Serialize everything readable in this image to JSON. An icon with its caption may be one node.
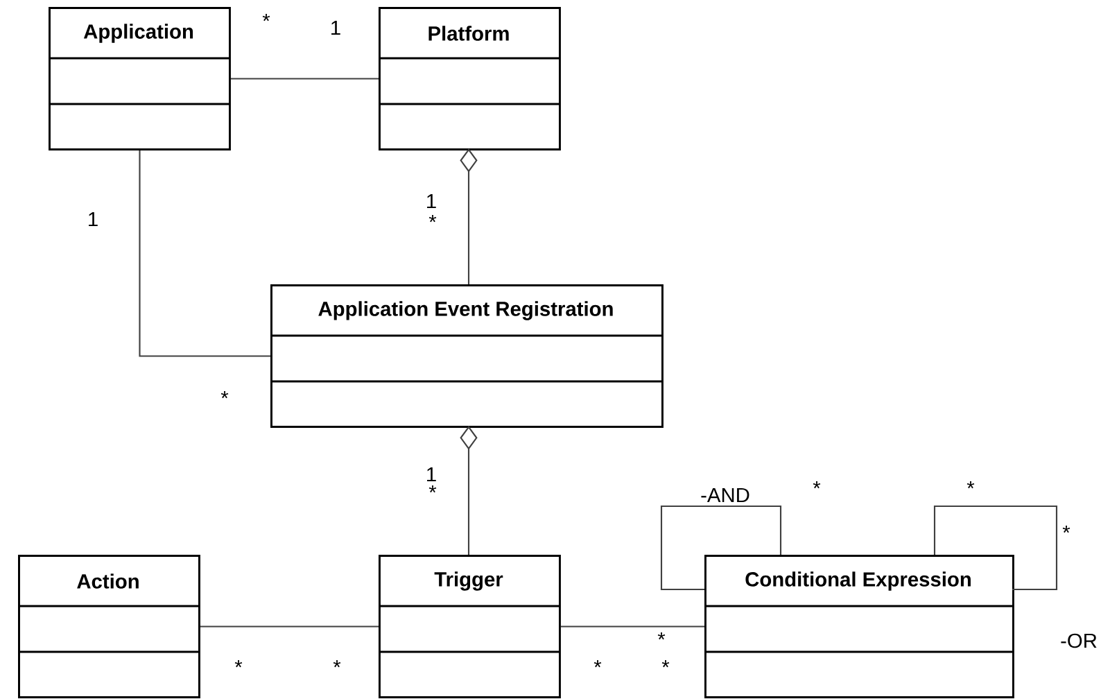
{
  "diagram": {
    "nodes": [
      {
        "text": [
          "Application"
        ]
      },
      {
        "text": [
          "Platform"
        ]
      },
      {
        "text": [
          "Application Event Registration"
        ]
      },
      {
        "text": [
          "Action"
        ]
      },
      {
        "text": [
          "Trigger"
        ]
      },
      {
        "text": [
          "Conditional Expression"
        ]
      }
    ],
    "edges": [
      {
        "from": 0,
        "to": 1,
        "arrow": "none"
      },
      {
        "from": 1,
        "to": 2,
        "arrow": "other"
      },
      {
        "from": 0,
        "to": 2,
        "arrow": "none"
      },
      {
        "from": 2,
        "to": 4,
        "arrow": "other"
      },
      {
        "from": 3,
        "to": 4,
        "arrow": "none"
      },
      {
        "from": 4,
        "to": 5,
        "arrow": "none"
      },
      {
        "from": 5,
        "to": 5,
        "arrow": "none",
        "label": "-AND"
      },
      {
        "from": 5,
        "to": 5,
        "arrow": "none",
        "label": "-OR"
      }
    ],
    "labels": [
      "*",
      "1",
      "1",
      "1",
      "*",
      "*",
      "1",
      "*",
      "*",
      "*",
      "*",
      "*",
      "*",
      "*",
      "*",
      "*"
    ]
  }
}
